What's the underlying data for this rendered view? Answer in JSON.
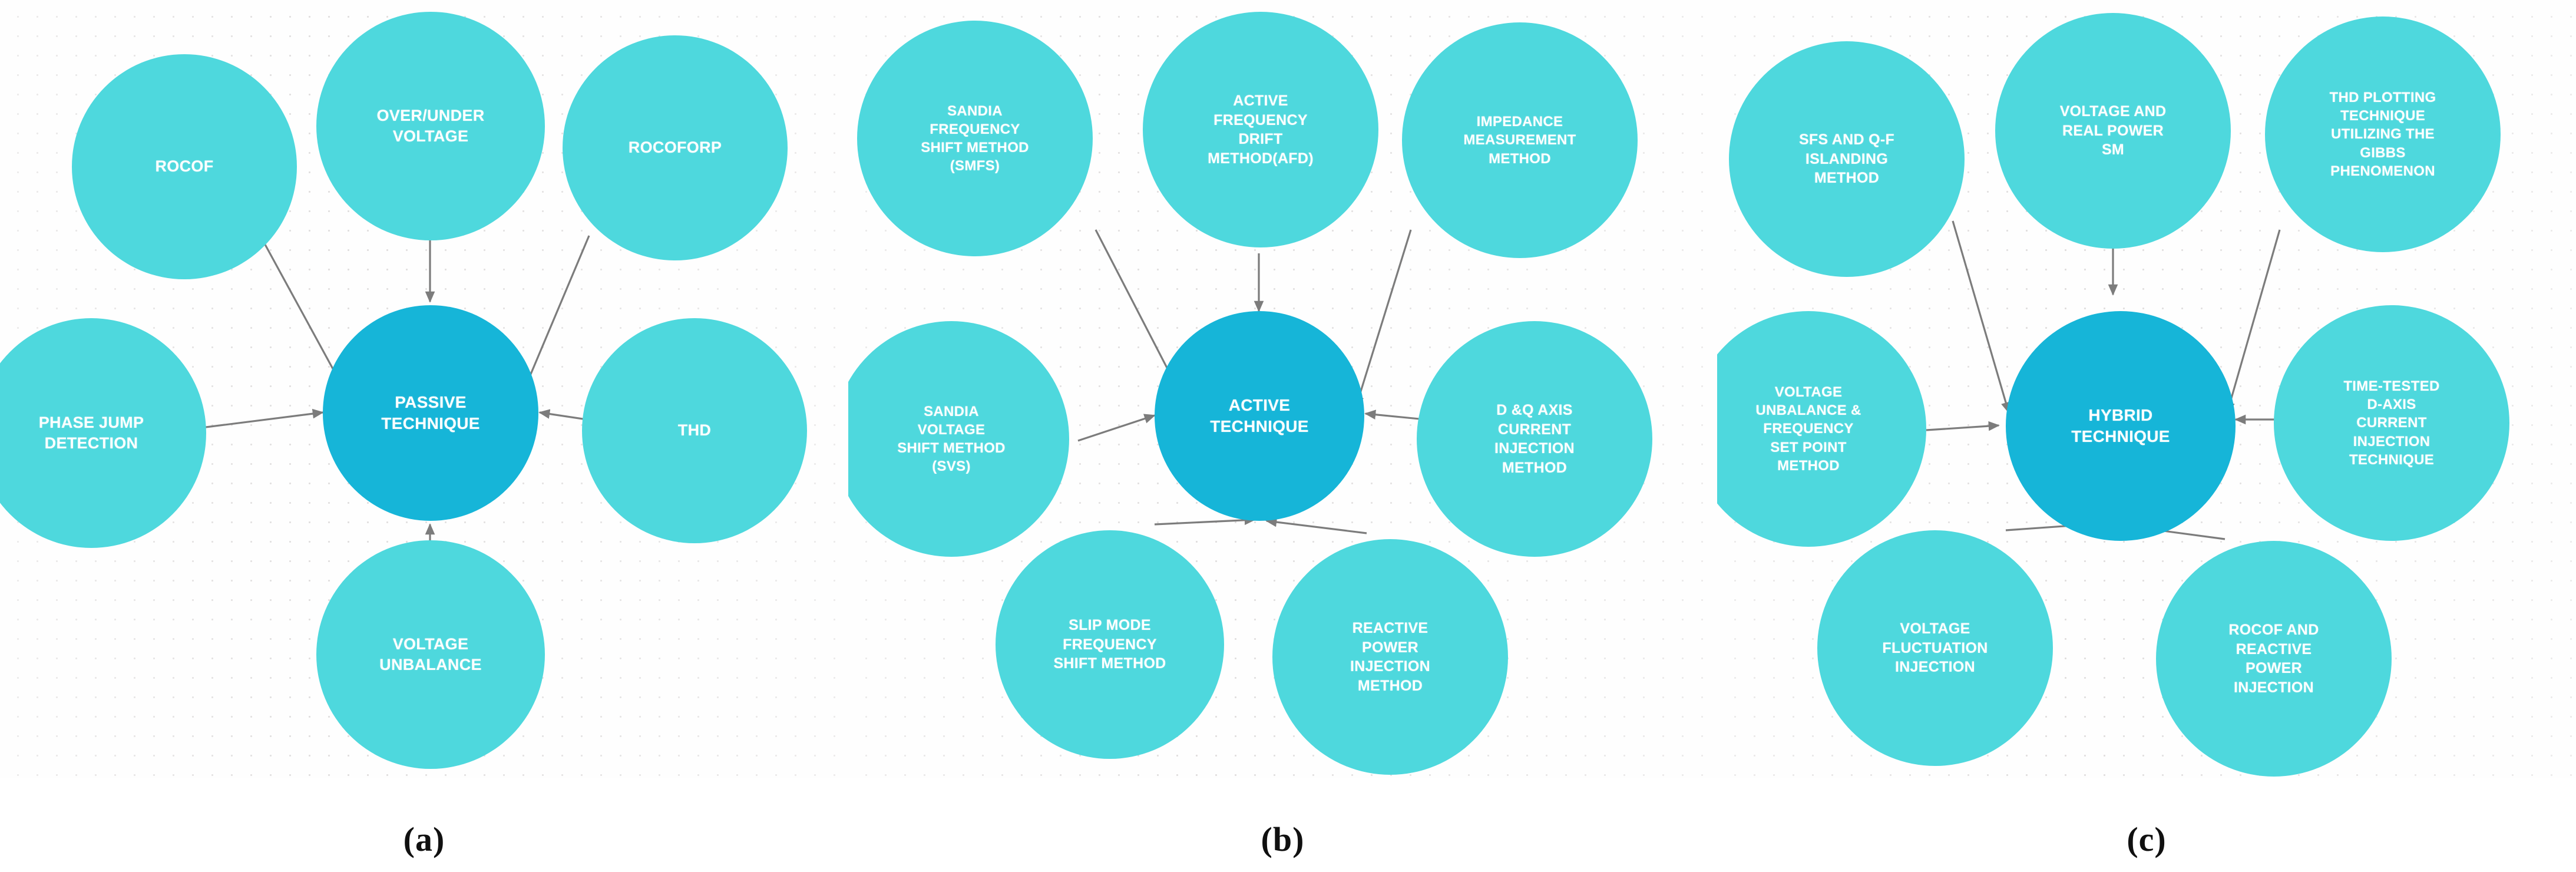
{
  "figure": {
    "background_color": "#fdfdfd",
    "node_color": "#4ed8dd",
    "center_node_color": "#16b5d8",
    "edge_color": "#7c7c7c",
    "label_color": "#ffffff"
  },
  "panels": [
    {
      "caption": "(a)",
      "center": {
        "label": "PASSIVE\nTECHNIQUE"
      },
      "nodes": [
        {
          "label": "ROCOF"
        },
        {
          "label": "OVER/UNDER\nVOLTAGE"
        },
        {
          "label": "ROCOFORP"
        },
        {
          "label": "PHASE JUMP\nDETECTION"
        },
        {
          "label": "THD"
        },
        {
          "label": "VOLTAGE\nUNBALANCE"
        }
      ]
    },
    {
      "caption": "(b)",
      "center": {
        "label": "ACTIVE\nTECHNIQUE"
      },
      "nodes": [
        {
          "label": "SANDIA\nFREQUENCY\nSHIFT METHOD\n(SMFS)"
        },
        {
          "label": "ACTIVE\nFREQUENCY\nDRIFT\nMETHOD(AFD)"
        },
        {
          "label": "IMPEDANCE\nMEASUREMENT\nMETHOD"
        },
        {
          "label": "SANDIA\nVOLTAGE\nSHIFT METHOD\n(SVS)"
        },
        {
          "label": "D &Q AXIS\nCURRENT\nINJECTION\nMETHOD"
        },
        {
          "label": "SLIP MODE\nFREQUENCY\nSHIFT METHOD"
        },
        {
          "label": "REACTIVE\nPOWER\nINJECTION\nMETHOD"
        }
      ]
    },
    {
      "caption": "(c)",
      "center": {
        "label": "HYBRID\nTECHNIQUE"
      },
      "nodes": [
        {
          "label": "SFS AND Q-F\nISLANDING\nMETHOD"
        },
        {
          "label": "VOLTAGE AND\nREAL POWER\nSM"
        },
        {
          "label": "THD PLOTTING\nTECHNIQUE\nUTILIZING THE\nGIBBS\nPHENOMENON"
        },
        {
          "label": "VOLTAGE\nUNBALANCE &\nFREQUENCY\nSET POINT\nMETHOD"
        },
        {
          "label": "TIME-TESTED\nD-AXIS\nCURRENT\nINJECTION\nTECHNIQUE"
        },
        {
          "label": "VOLTAGE\nFLUCTUATION\nINJECTION"
        },
        {
          "label": "ROCOF AND\nREACTIVE\nPOWER\nINJECTION"
        }
      ]
    }
  ]
}
